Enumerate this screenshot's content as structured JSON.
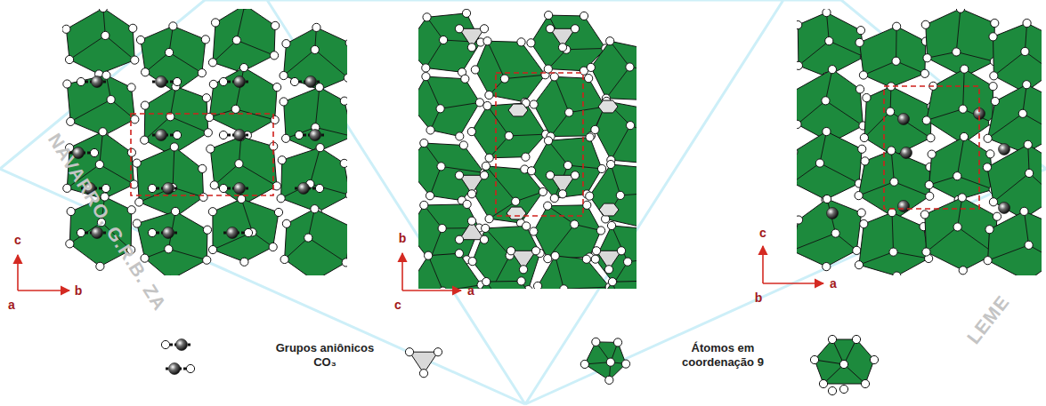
{
  "diagram": {
    "labels": [
      "c",
      "b",
      "a",
      "b",
      "a",
      "c",
      "c",
      "a",
      "b",
      "NAVARRO, G.R.B. ZA",
      "LEME"
    ],
    "legend": [
      {
        "text": "Grupos aniônicos CO₃"
      },
      {
        "text": "Átomos em coordenação 9"
      }
    ]
  }
}
